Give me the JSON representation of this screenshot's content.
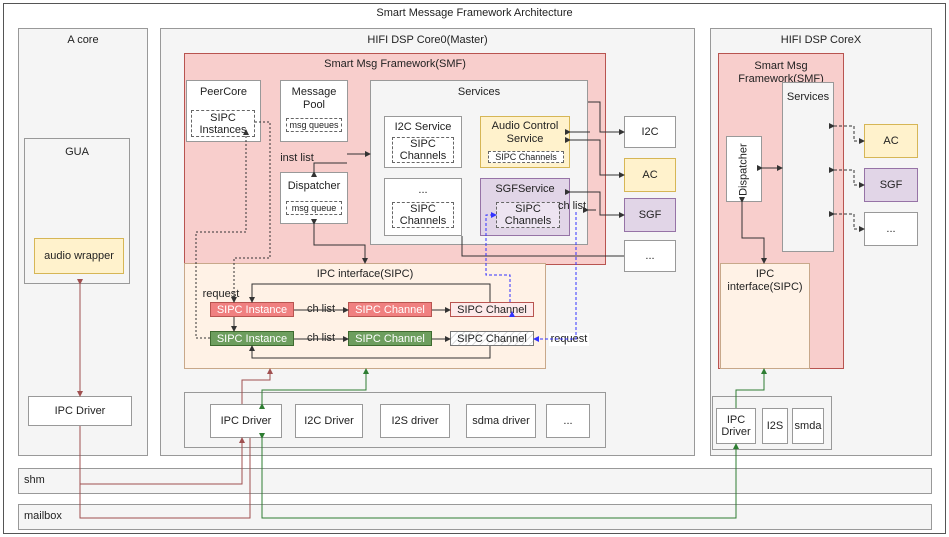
{
  "title": "Smart Message Framework Architecture",
  "acore": {
    "title": "A core",
    "gua": "GUA",
    "audio_wrapper": "audio wrapper",
    "ipc_driver": "IPC Driver"
  },
  "core0": {
    "title": "HIFI DSP Core0(Master)",
    "smf": "Smart Msg Framework(SMF)",
    "peercore": "PeerCore",
    "sipc_instances": "SIPC\nInstances",
    "message_pool": "Message\nPool",
    "msg_queues": "msg queues",
    "dispatcher": "Dispatcher",
    "msg_queue": "msg queue",
    "inst_list": "inst list",
    "services": "Services",
    "i2c_service": "I2C Service",
    "sipc_channels": "SIPC\nChannels",
    "audio_control_service": "Audio Control\nService",
    "sipc_channels_small": "SIPC Channels",
    "ellipsis": "...",
    "sgf_service": "SGFService",
    "ch_list": "ch list",
    "i2c": "I2C",
    "ac": "AC",
    "sgf": "SGF",
    "ipc_interface": "IPC interface(SIPC)",
    "request": "request",
    "sipc_instance": "SIPC Instance",
    "sipc_channel": "SIPC Channel",
    "drivers": {
      "ipc": "IPC Driver",
      "i2c": "I2C Driver",
      "i2s": "I2S driver",
      "sdma": "sdma driver",
      "more": "..."
    }
  },
  "corex": {
    "title": "HIFI DSP CoreX",
    "smf": "Smart Msg\nFramework(SMF)",
    "services": "Services",
    "dispatcher": "Dispatcher",
    "ipc_interface": "IPC\ninterface(SIPC)",
    "ac": "AC",
    "sgf": "SGF",
    "more": "...",
    "ipc_driver": "IPC\nDriver",
    "i2s": "I2S",
    "smda": "smda"
  },
  "shm": "shm",
  "mailbox": "mailbox",
  "colors": {
    "red_line": "#a05050",
    "green_line": "#2e7d32",
    "blue_line": "#3333ff",
    "dark_line": "#333333"
  }
}
